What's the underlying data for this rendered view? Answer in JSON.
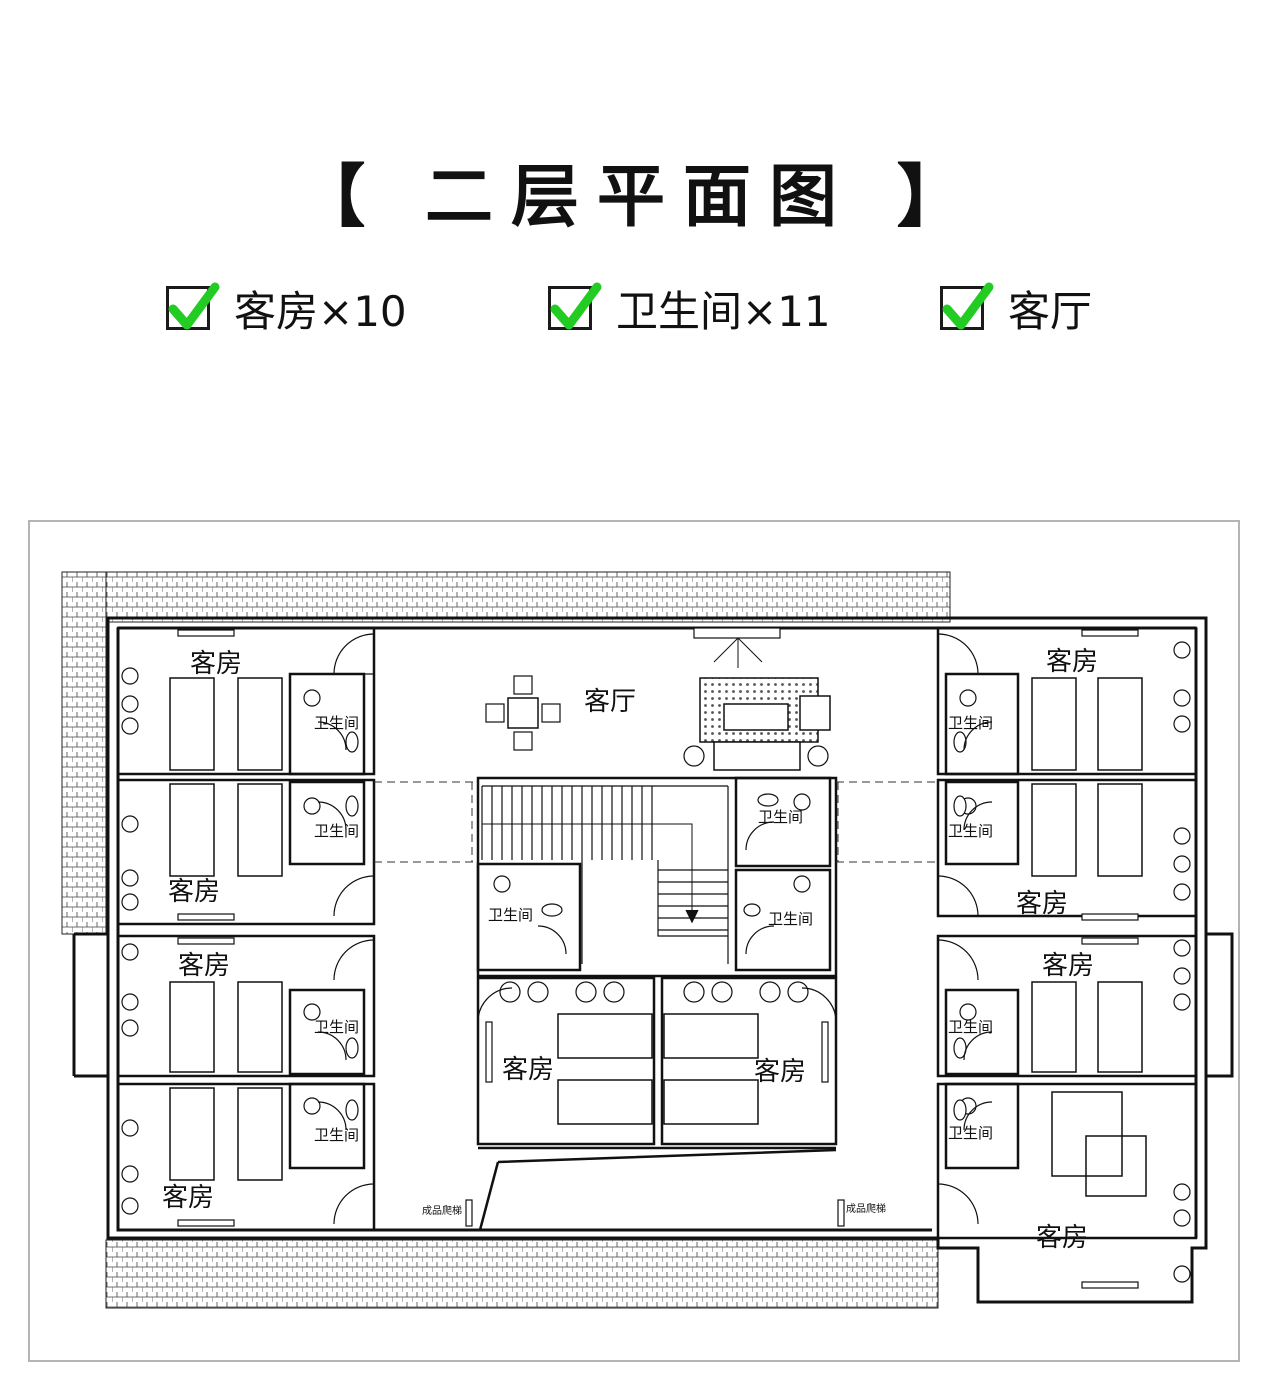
{
  "header": {
    "title": "【 二层平面图 】"
  },
  "features": [
    {
      "label": "客房×10",
      "checked": true
    },
    {
      "label": "卫生间×11",
      "checked": true
    },
    {
      "label": "客厅",
      "checked": true
    }
  ],
  "colors": {
    "check_green": "#22cc22",
    "box_border": "#1a1a1a",
    "plan_line": "#111111",
    "frame": "#b4b4b4"
  },
  "plan": {
    "rooms": [
      {
        "id": "guest-room-1",
        "label": "客房"
      },
      {
        "id": "guest-room-2",
        "label": "客房"
      },
      {
        "id": "guest-room-3",
        "label": "客房"
      },
      {
        "id": "guest-room-4",
        "label": "客房"
      },
      {
        "id": "guest-room-5",
        "label": "客房"
      },
      {
        "id": "guest-room-6",
        "label": "客房"
      },
      {
        "id": "guest-room-7",
        "label": "客房"
      },
      {
        "id": "guest-room-8",
        "label": "客房"
      },
      {
        "id": "guest-room-9",
        "label": "客房"
      },
      {
        "id": "guest-room-10",
        "label": "客房"
      },
      {
        "id": "living-room",
        "label": "客厅"
      }
    ],
    "bathrooms": [
      {
        "label": "卫生间"
      },
      {
        "label": "卫生间"
      },
      {
        "label": "卫生间"
      },
      {
        "label": "卫生间"
      },
      {
        "label": "卫生间"
      },
      {
        "label": "卫生间"
      },
      {
        "label": "卫生间"
      },
      {
        "label": "卫生间"
      },
      {
        "label": "卫生间"
      },
      {
        "label": "卫生间"
      },
      {
        "label": "卫生间"
      }
    ],
    "stair_labels": [
      {
        "label": "成品爬梯"
      },
      {
        "label": "成品爬梯"
      }
    ]
  }
}
